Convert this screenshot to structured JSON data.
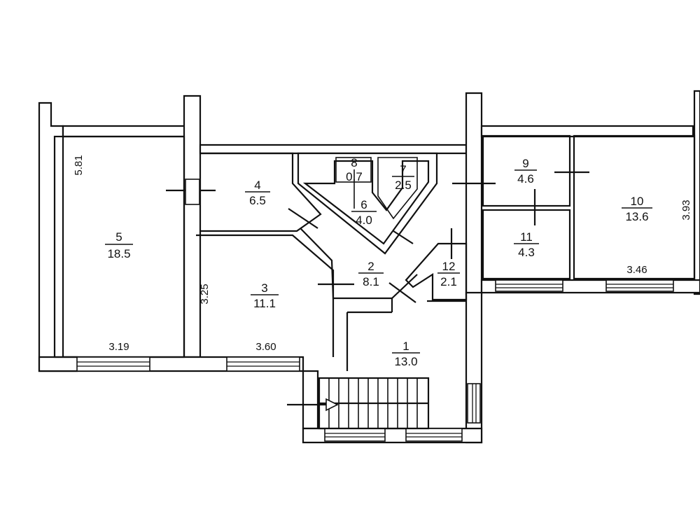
{
  "rooms": [
    {
      "number": "1",
      "area": "13.0"
    },
    {
      "number": "2",
      "area": "8.1"
    },
    {
      "number": "3",
      "area": "11.1"
    },
    {
      "number": "4",
      "area": "6.5"
    },
    {
      "number": "5",
      "area": "18.5"
    },
    {
      "number": "6",
      "area": "4.0"
    },
    {
      "number": "7",
      "area": "2.5"
    },
    {
      "number": "8",
      "area": "0.7"
    },
    {
      "number": "9",
      "area": "4.6"
    },
    {
      "number": "10",
      "area": "13.6"
    },
    {
      "number": "11",
      "area": "4.3"
    },
    {
      "number": "12",
      "area": "2.1"
    }
  ],
  "dimensions": {
    "room5_height": "5.81",
    "room5_width": "3.19",
    "room3_height": "3.25",
    "room3_width": "3.60",
    "room10_width": "3.46",
    "room10_height": "3.93"
  }
}
